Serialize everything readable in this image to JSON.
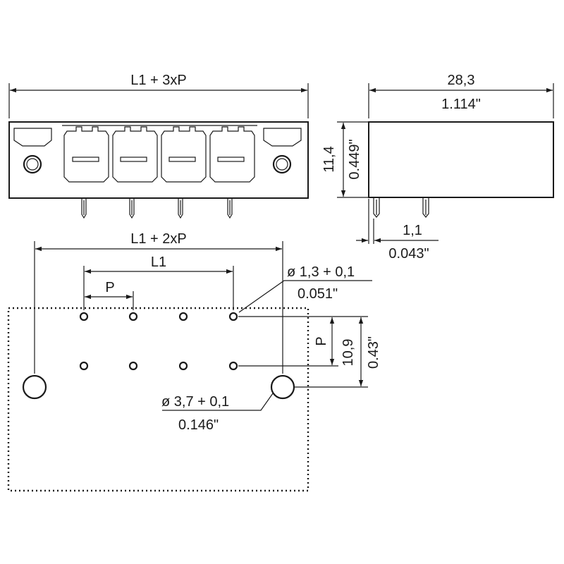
{
  "labels": {
    "front_width": "L1 + 3xP",
    "side_width_mm": "28,3",
    "side_width_in": "1.114\"",
    "height_mm": "11,4",
    "height_in": "0.449\"",
    "pin_offset_mm": "1,1",
    "pin_offset_in": "0.043\"",
    "mount_span": "L1 + 2xP",
    "l1": "L1",
    "pitch": "P",
    "small_hole_mm": "ø 1,3 + 0,1",
    "small_hole_in": "0.051\"",
    "row_pitch": "P",
    "row_span_mm": "10,9",
    "row_span_in": "0.43\"",
    "big_hole_mm": "ø 3,7 + 0,1",
    "big_hole_in": "0.146\""
  },
  "colors": {
    "ink": "#1a1a1a",
    "background": "#ffffff"
  }
}
